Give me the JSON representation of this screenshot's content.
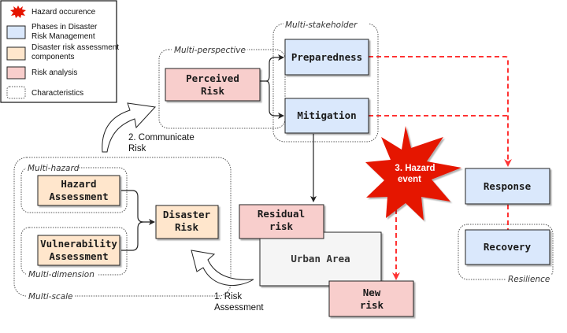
{
  "legend": {
    "items": [
      {
        "icon": "starburst-icon",
        "lines": [
          "Hazard occurence"
        ]
      },
      {
        "icon": "blue-box-icon",
        "lines": [
          "Phases in Disaster",
          "Risk Management"
        ]
      },
      {
        "icon": "orange-box-icon",
        "lines": [
          "Disaster risk assessment",
          "components"
        ]
      },
      {
        "icon": "pink-box-icon",
        "lines": [
          "Risk analysis"
        ]
      },
      {
        "icon": "dotted-box-icon",
        "lines": [
          "Characteristics"
        ]
      }
    ]
  },
  "colors": {
    "phase_fill": "#dae8fc",
    "assessment_fill": "#ffe6cc",
    "risk_fill": "#f8cecc",
    "urban_fill": "#f5f5f5",
    "hazard_red": "#e51400",
    "dashed_red": "#ff3333"
  },
  "nodes": {
    "perceived_risk": [
      "Perceived",
      "Risk"
    ],
    "preparedness": [
      "Preparedness"
    ],
    "mitigation": [
      "Mitigation"
    ],
    "hazard_assessment": [
      "Hazard",
      "Assessment"
    ],
    "vulnerability_assessment": [
      "Vulnerability",
      "Assessment"
    ],
    "disaster_risk": [
      "Disaster",
      "Risk"
    ],
    "residual_risk": [
      "Residual",
      "risk"
    ],
    "urban_area": [
      "Urban Area"
    ],
    "new_risk": [
      "New",
      "risk"
    ],
    "response": [
      "Response"
    ],
    "recovery": [
      "Recovery"
    ],
    "hazard_event": [
      "3. Hazard",
      "event"
    ]
  },
  "characteristics": {
    "multi_perspective": "Multi-perspective",
    "multi_stakeholder": "Multi-stakeholder",
    "multi_hazard": "Multi-hazard",
    "multi_dimension": "Multi-dimension",
    "multi_scale": "Multi-scale",
    "resilience": "Resilience"
  },
  "steps": {
    "risk_assessment": [
      "1. Risk",
      "Assessment"
    ],
    "communicate_risk": [
      "2. Communicate",
      "Risk"
    ]
  }
}
